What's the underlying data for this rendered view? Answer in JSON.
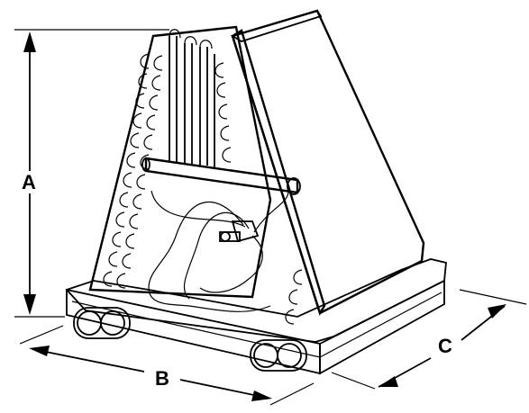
{
  "dimensions": {
    "height_label": "A",
    "width_label": "B",
    "depth_label": "C"
  },
  "colors": {
    "line": "#000000",
    "coil_fill": "#d9d9d9",
    "tray_fill": "#e6e6e6",
    "background": "#ffffff"
  }
}
